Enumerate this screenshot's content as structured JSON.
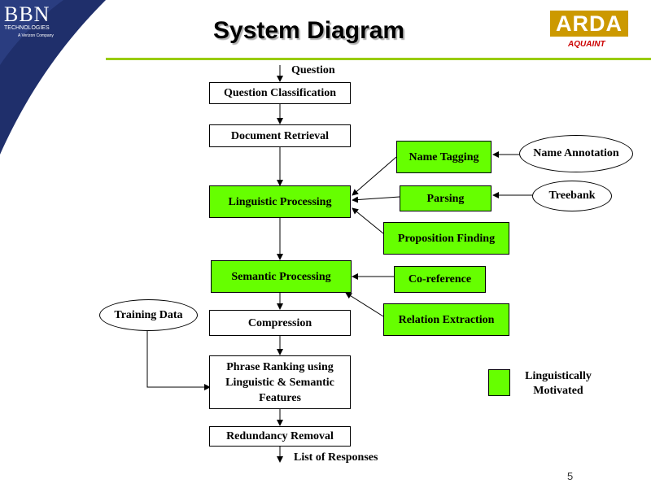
{
  "header": {
    "title": "System Diagram",
    "brand": {
      "name": "BBN",
      "sub": "TECHNOLOGIES",
      "tagline": "A Verizon Company"
    },
    "sponsor": {
      "name": "ARDA",
      "program": "AQUAINT"
    }
  },
  "colors": {
    "accent_green": "#66ff00",
    "rule_green": "#99cc00",
    "navy": "#1f2f6b",
    "arda_gold": "#cc9900",
    "aquaint_red": "#cc0000"
  },
  "flow": {
    "input_label": "Question",
    "output_label": "List of Responses",
    "question_classification": "Question Classification",
    "document_retrieval": "Document Retrieval",
    "linguistic_processing": "Linguistic Processing",
    "semantic_processing": "Semantic Processing",
    "compression": "Compression",
    "phrase_ranking": "Phrase Ranking using Linguistic & Semantic Features",
    "redundancy_removal": "Redundancy Removal"
  },
  "modules": {
    "name_tagging": "Name Tagging",
    "parsing": "Parsing",
    "proposition_finding": "Proposition Finding",
    "coreference": "Co-reference",
    "relation_extraction": "Relation Extraction"
  },
  "resources": {
    "name_annotation": "Name Annotation",
    "treebank": "Treebank",
    "training_data": "Training Data"
  },
  "legend": {
    "label": "Linguistically Motivated"
  },
  "page_number": "5"
}
